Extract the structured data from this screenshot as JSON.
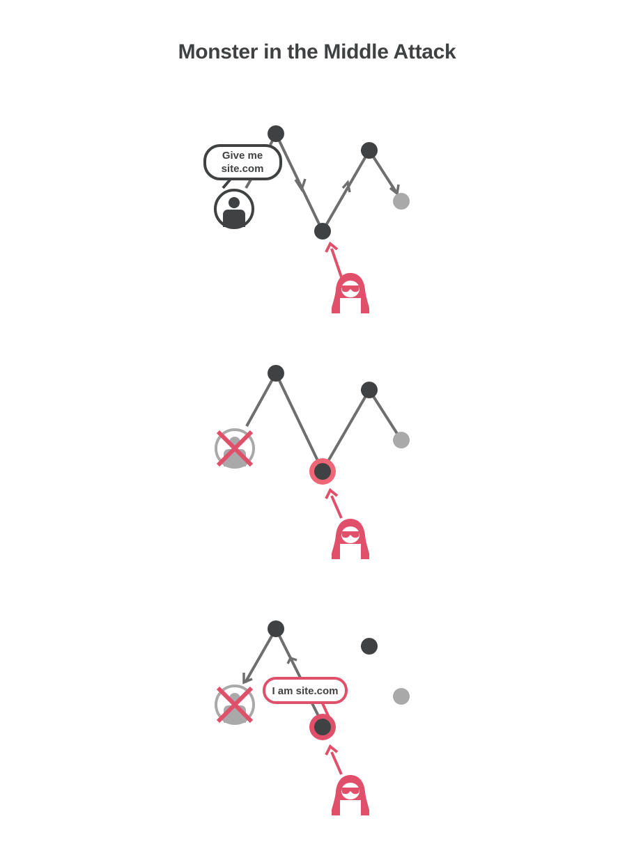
{
  "title": "Monster in the Middle Attack",
  "colors": {
    "node_dark": "#3f4142",
    "node_light": "#a9a9a9",
    "edge": "#6e6e6e",
    "attacker": "#e0506a",
    "compromised_ring": "#ef6677",
    "user_disabled": "#a9a9a9",
    "background": "#ffffff"
  },
  "panels": [
    {
      "id": "step-1-request",
      "user_state": "active",
      "user_icon": "user-icon",
      "speech_bubble": {
        "lines": [
          "Give me",
          "site.com"
        ],
        "speaker": "user",
        "style": "dark"
      },
      "path_arrows": true,
      "compromised_node": false,
      "attacker_icon": "hacker-icon"
    },
    {
      "id": "step-2-intercept",
      "user_state": "blocked",
      "user_icon": "user-icon",
      "speech_bubble": null,
      "path_arrows": false,
      "compromised_node": true,
      "attacker_icon": "hacker-icon"
    },
    {
      "id": "step-3-impersonate",
      "user_state": "blocked",
      "user_icon": "user-icon",
      "speech_bubble": {
        "lines": [
          "I am site.com"
        ],
        "speaker": "attacker",
        "style": "red"
      },
      "path_arrows": true,
      "compromised_node": true,
      "attacker_icon": "hacker-icon"
    }
  ]
}
